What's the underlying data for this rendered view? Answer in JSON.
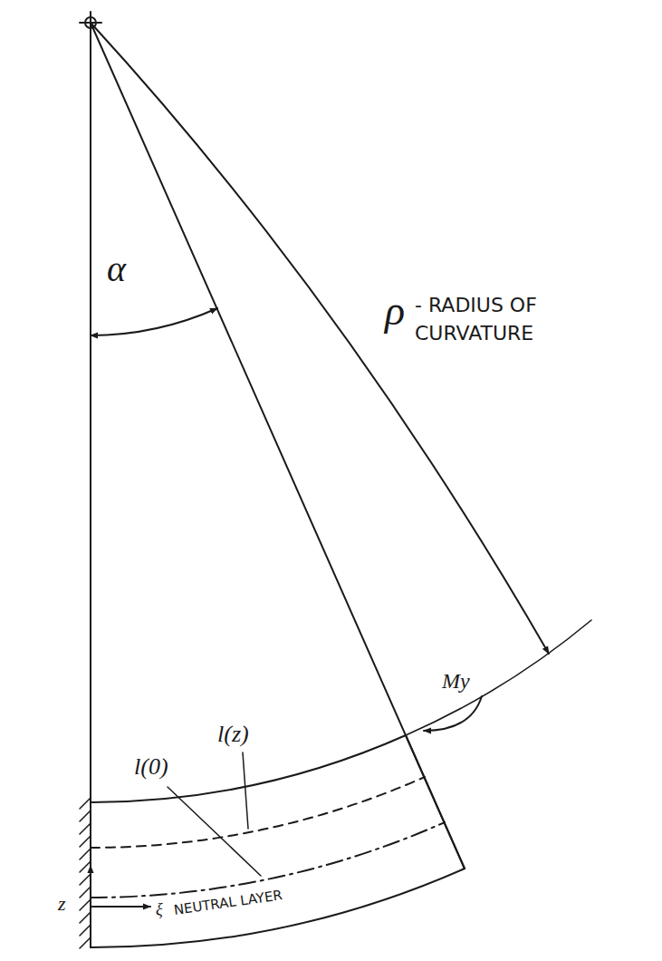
{
  "diagram": {
    "labels": [
      "α",
      "ρ",
      "- RADIUS OF CURVATURE",
      "l(0)",
      "l(z)",
      "My",
      "z",
      "ξ",
      "NEUTRAL LAYER"
    ]
  }
}
